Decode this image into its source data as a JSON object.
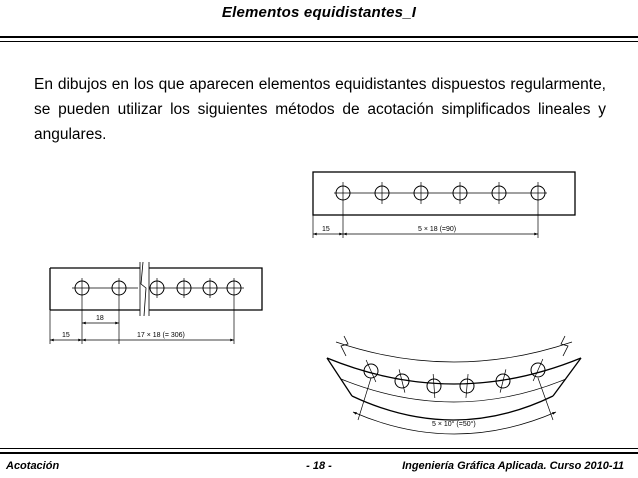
{
  "header": {
    "title": "Elementos equidistantes_I"
  },
  "intro": {
    "text": "En dibujos en los que aparecen elementos equidistantes dispuestos regularmente, se pueden utilizar los siguientes métodos de acotación simplificados lineales y angulares."
  },
  "figure_linear_top": {
    "dim_start": "15",
    "dim_pitch": "5 × 18 (=90)"
  },
  "figure_linear_broken": {
    "dim_start": "15",
    "dim_spacing": "18",
    "dim_pitch": "17 × 18 (= 306)"
  },
  "figure_angular": {
    "dim_pitch": "5 × 10° (=50°)"
  },
  "footer": {
    "left": "Acotación",
    "center": "- 18 -",
    "right": "Ingeniería Gráfica Aplicada. Curso 2010-11"
  }
}
